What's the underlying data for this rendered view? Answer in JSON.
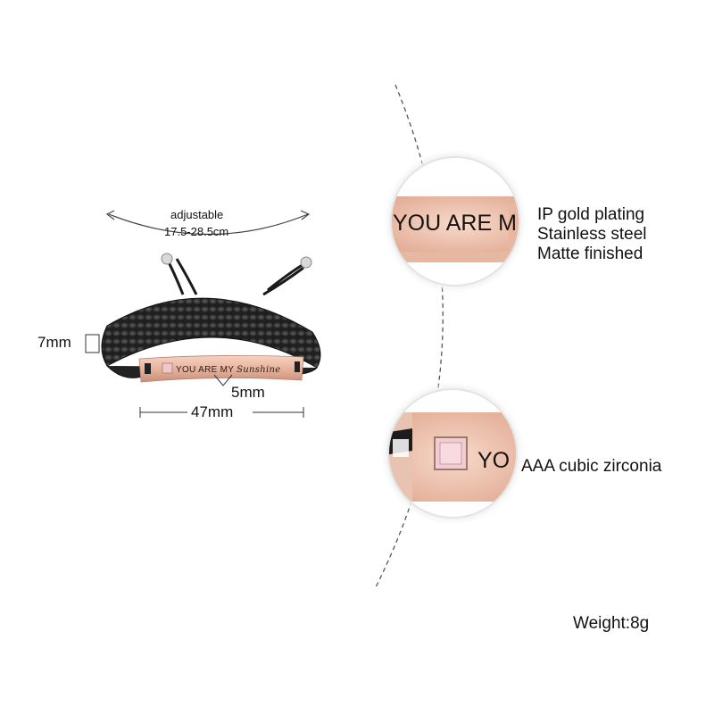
{
  "product": {
    "engraving": {
      "text": "YOU ARE MY",
      "script": "Sunshine"
    }
  },
  "dimensions": {
    "adjustable_label": "adjustable",
    "adjustable_range": "17.5-28.5cm",
    "width": "7mm",
    "thickness": "5mm",
    "length": "47mm"
  },
  "details": {
    "plate": {
      "engraving_closeup": "YOU ARE M",
      "features": [
        "IP gold plating",
        "Stainless steel",
        "Matte finished"
      ]
    },
    "stone": {
      "engraving_closeup": "YO",
      "feature": "AAA cubic zirconia"
    }
  },
  "weight": "Weight:8g",
  "colors": {
    "rose_gold": "#e8b9a2",
    "cord": "#2a2a2a",
    "stone": "#f0c6cf",
    "dashed_line": "#555555"
  }
}
